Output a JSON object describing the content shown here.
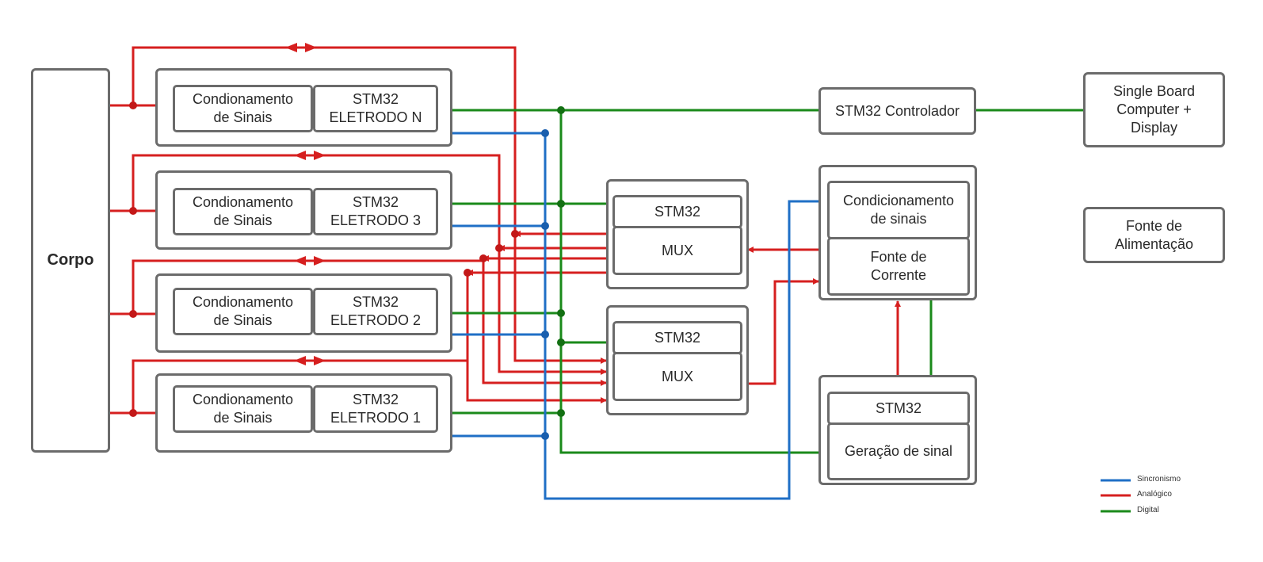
{
  "body_label": "Corpo",
  "electrodes": [
    {
      "cond": "Condionamento\nde Sinais",
      "stm": "STM32\nELETRODO N"
    },
    {
      "cond": "Condionamento\nde Sinais",
      "stm": "STM32\nELETRODO 3"
    },
    {
      "cond": "Condionamento\nde Sinais",
      "stm": "STM32\nELETRODO 2"
    },
    {
      "cond": "Condionamento\nde Sinais",
      "stm": "STM32\nELETRODO 1"
    }
  ],
  "mux_top": {
    "stm": "STM32",
    "mux": "MUX"
  },
  "mux_bottom": {
    "stm": "STM32",
    "mux": "MUX"
  },
  "controller": "STM32 Controlador",
  "sbc": "Single Board\nComputer +\nDisplay",
  "power": "Fonte de\nAlimentação",
  "current_source": {
    "cond": "Condicionamento\nde sinais",
    "source": "Fonte de\nCorrente"
  },
  "signal_gen": {
    "stm": "STM32",
    "gen": "Geração de sinal"
  },
  "legend": [
    {
      "label": "Sincronismo",
      "color": "#1f6fc6"
    },
    {
      "label": "Analógico",
      "color": "#d61f1f"
    },
    {
      "label": "Digital",
      "color": "#1a8a1a"
    }
  ],
  "colors": {
    "sync": "#1f6fc6",
    "analog": "#d61f1f",
    "digital": "#1a8a1a",
    "border": "#6b6b6b"
  }
}
